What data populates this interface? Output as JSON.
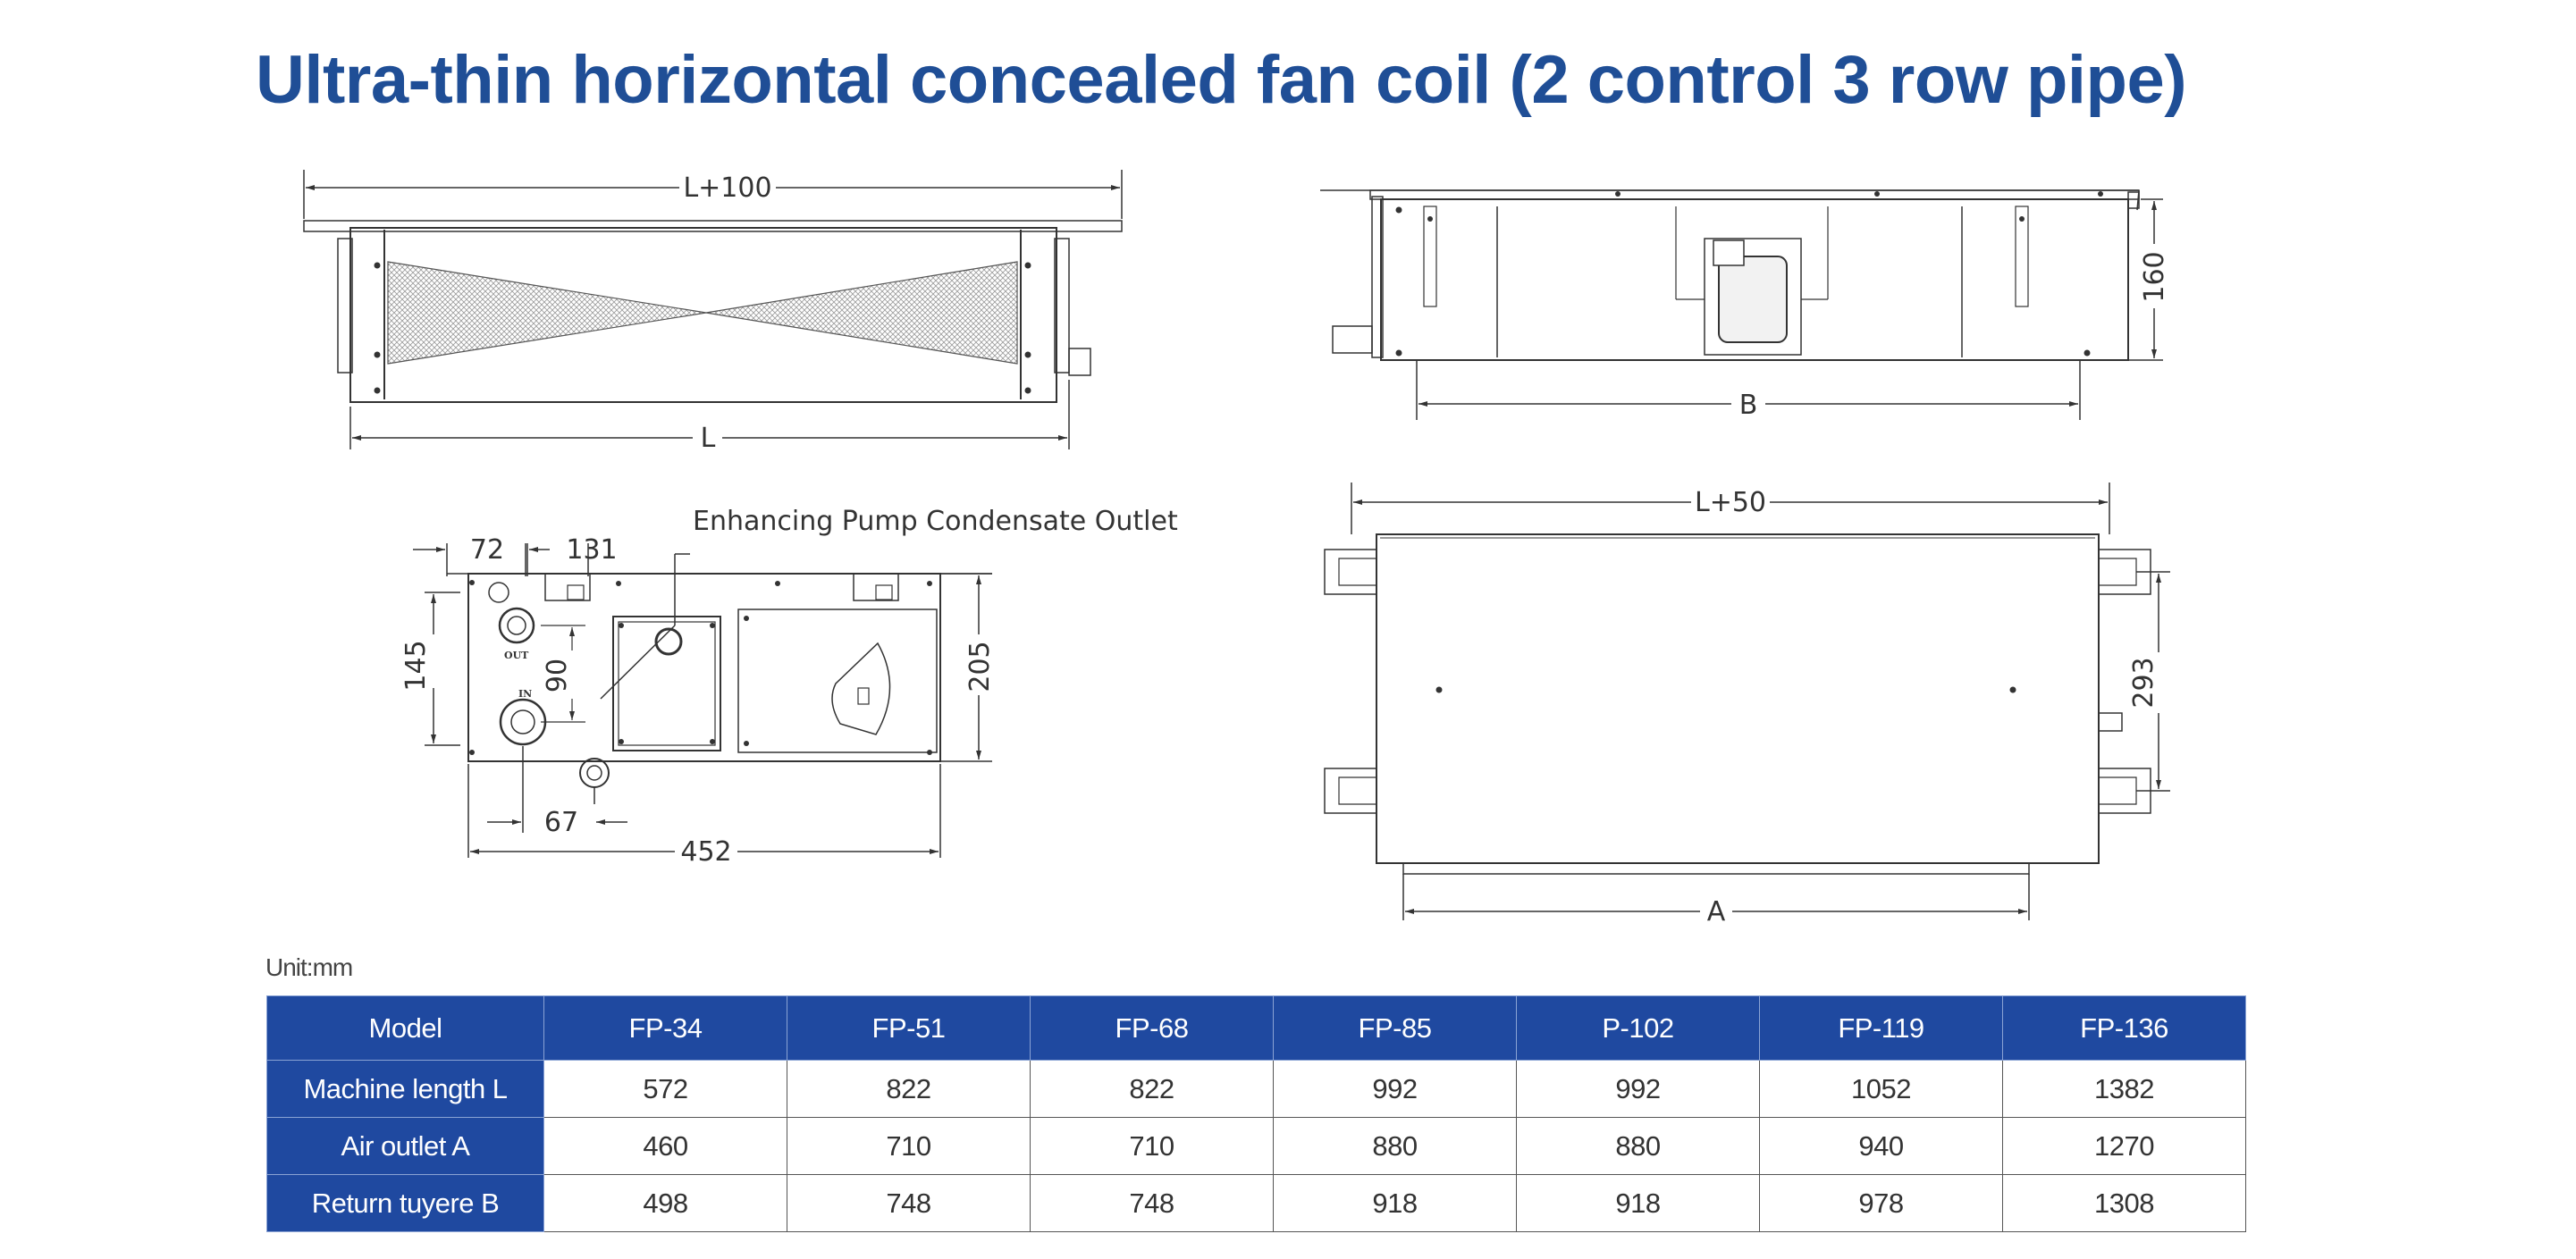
{
  "title": "Ultra-thin horizontal concealed fan coil (2 control 3 row pipe)",
  "drawings": {
    "front_view": {
      "top_dimension": "L+100",
      "bottom_dimension": "L"
    },
    "side_view": {
      "bottom_dimension": "B",
      "height_dimension": "160"
    },
    "end_view": {
      "callout": "Enhancing Pump Condensate Outlet",
      "dim_72": "72",
      "dim_131": "131",
      "dim_145": "145",
      "dim_90": "90",
      "dim_205": "205",
      "dim_67": "67",
      "dim_452": "452",
      "port_out_label": "OUT",
      "port_in_label": "IN"
    },
    "top_view": {
      "top_dimension": "L+50",
      "height_dimension": "293",
      "bottom_dimension": "A"
    }
  },
  "unit_label": "Unit:mm",
  "table": {
    "header": [
      "Model",
      "FP-34",
      "FP-51",
      "FP-68",
      "FP-85",
      "P-102",
      "FP-119",
      "FP-136"
    ],
    "rows": [
      {
        "label": "Machine length L",
        "values": [
          "572",
          "822",
          "822",
          "992",
          "992",
          "1052",
          "1382"
        ]
      },
      {
        "label": "Air outlet A",
        "values": [
          "460",
          "710",
          "710",
          "880",
          "880",
          "940",
          "1270"
        ]
      },
      {
        "label": "Return tuyere B",
        "values": [
          "498",
          "748",
          "748",
          "918",
          "918",
          "978",
          "1308"
        ]
      }
    ]
  },
  "colors": {
    "title": "#1f4e96",
    "table_header_bg": "#1f49a0",
    "table_header_text": "#ffffff",
    "line": "#333333"
  }
}
